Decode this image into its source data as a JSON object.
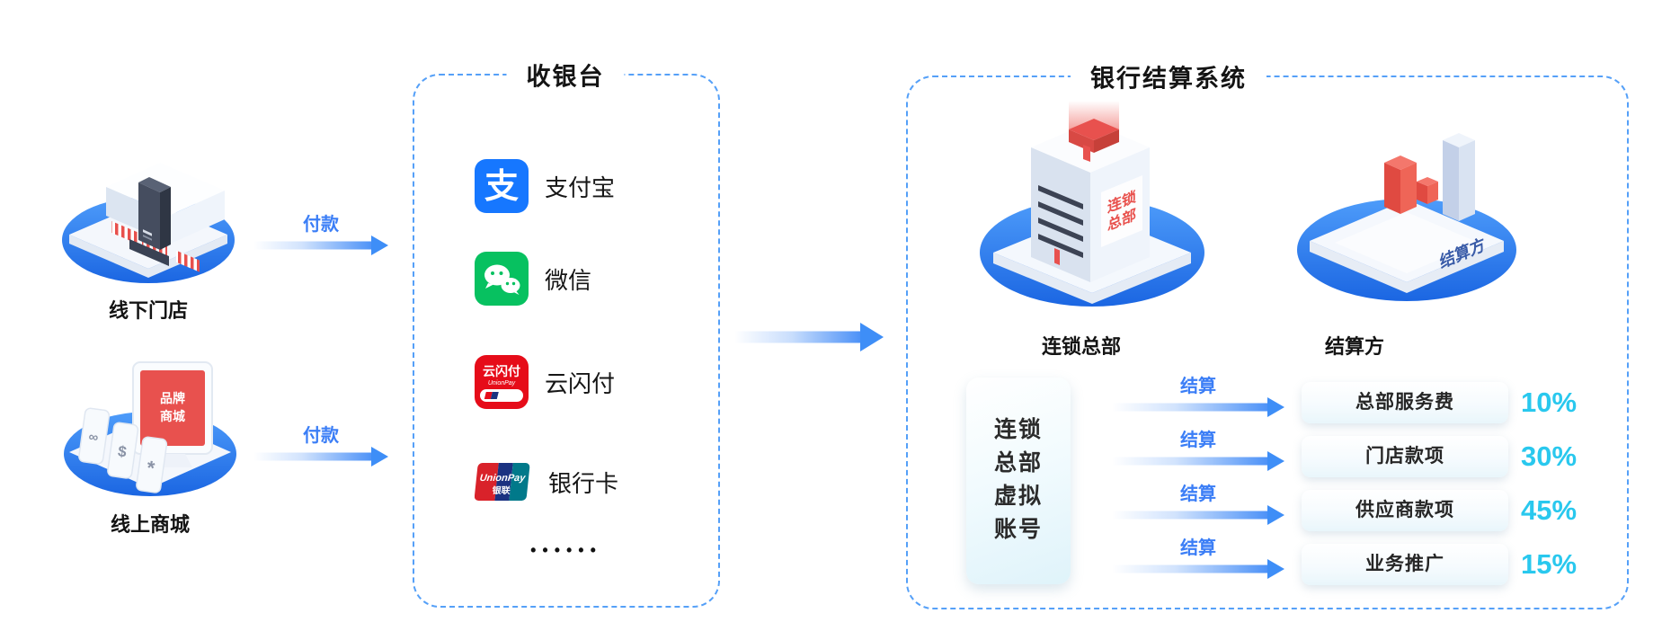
{
  "colors": {
    "dashed_border": "#55A0F8",
    "arrow_blue": "#3E8EF7",
    "flow_label_blue": "#3B7EF6",
    "percent_cyan": "#29C8EE",
    "brand_red": "#E8514E",
    "alipay_blue": "#1677FF",
    "wechat_green": "#07C160",
    "quickpass_red": "#E60C19",
    "base_ellipse_blue": "#2176ED"
  },
  "sources": [
    {
      "label": "线下门店",
      "flow_label": "付款"
    },
    {
      "label": "线上商城",
      "flow_label": "付款",
      "screen_text_lines": [
        "品牌",
        "商城"
      ],
      "card_icons": [
        {
          "name": "link-icon",
          "glyph": "∞"
        },
        {
          "name": "dollar-icon",
          "glyph": "$"
        },
        {
          "name": "gear-icon",
          "glyph": "*"
        }
      ]
    }
  ],
  "cashier": {
    "title": "收银台",
    "methods": [
      {
        "label": "支付宝",
        "icon_glyph": "支"
      },
      {
        "label": "微信"
      },
      {
        "label": "云闪付",
        "icon_text": "云闪付",
        "icon_subtext": "UnionPay"
      },
      {
        "label": "银行卡",
        "icon_text": "UnionPay",
        "icon_subtext": "银联"
      }
    ],
    "ellipsis": "••••••"
  },
  "bank": {
    "title": "银行结算系统",
    "entities": [
      {
        "label": "连锁总部",
        "building_text_lines": [
          "连锁",
          "总部"
        ]
      },
      {
        "label": "结算方",
        "platform_text": "结算方"
      }
    ],
    "virtual_account_lines": [
      "连锁",
      "总部",
      "虚拟",
      "账号"
    ],
    "settlements": [
      {
        "flow_label": "结算",
        "name": "总部服务费",
        "percent": "10%"
      },
      {
        "flow_label": "结算",
        "name": "门店款项",
        "percent": "30%"
      },
      {
        "flow_label": "结算",
        "name": "供应商款项",
        "percent": "45%"
      },
      {
        "flow_label": "结算",
        "name": "业务推广",
        "percent": "15%"
      }
    ]
  }
}
